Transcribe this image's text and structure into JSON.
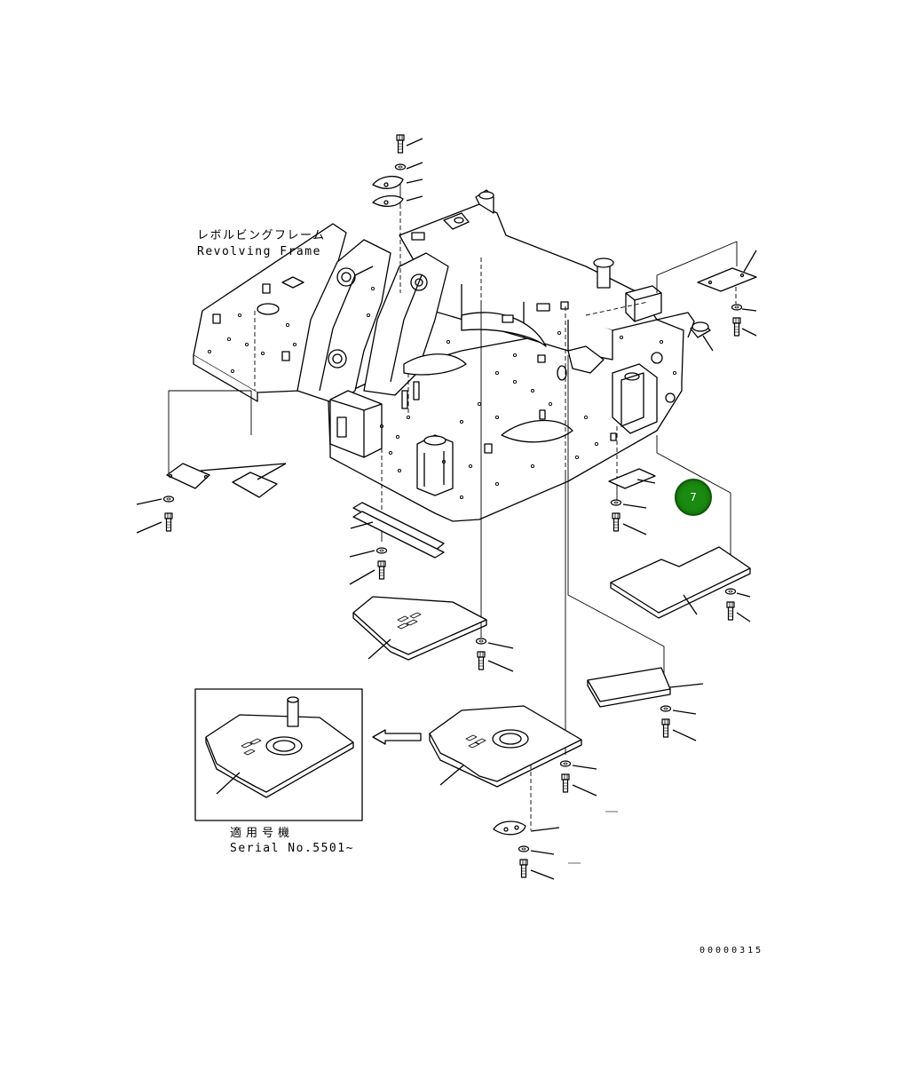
{
  "labels": {
    "frame_name_ja": "レボルビングフレーム",
    "frame_name_en": "Revolving Frame",
    "applicable_serial_ja": "適用号機",
    "applicable_serial_en": "Serial No.5501~",
    "drawing_code": "00000315"
  },
  "callout": {
    "number": "7",
    "color": "#1a8a10"
  }
}
